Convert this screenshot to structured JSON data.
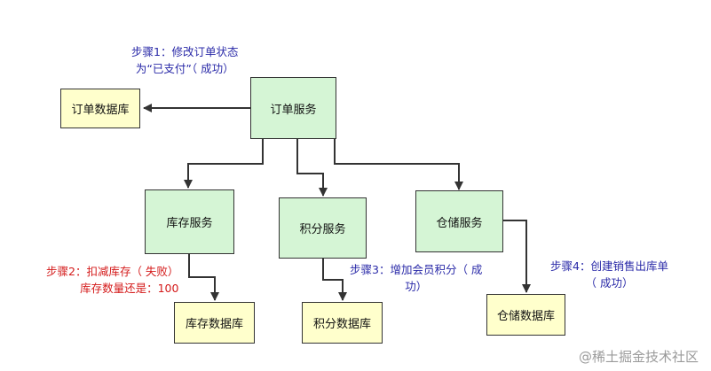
{
  "nodes": {
    "order_service": "订单服务",
    "order_db": "订单数据库",
    "inventory_service": "库存服务",
    "points_service": "积分服务",
    "warehouse_service": "仓储服务",
    "inventory_db": "库存数据库",
    "points_db": "积分数据库",
    "warehouse_db": "仓储数据库"
  },
  "notes": {
    "step1": [
      "步骤1：修改订单状态",
      "为“已支付”（ 成功）"
    ],
    "step2": [
      "步骤2：扣减库存（ 失败）",
      "库存数量还是：100"
    ],
    "step3": [
      "步骤3：增加会员积分（ 成",
      "功）"
    ],
    "step4": [
      "步骤4：创建销售出库单",
      "（ 成功）"
    ]
  },
  "colors": {
    "service_fill": "#d5f5d5",
    "db_fill": "#ffffcc",
    "note_success": "#2a2aa8",
    "note_fail": "#d41a1a",
    "arrow": "#333333"
  },
  "watermark": "@稀土掘金技术社区"
}
